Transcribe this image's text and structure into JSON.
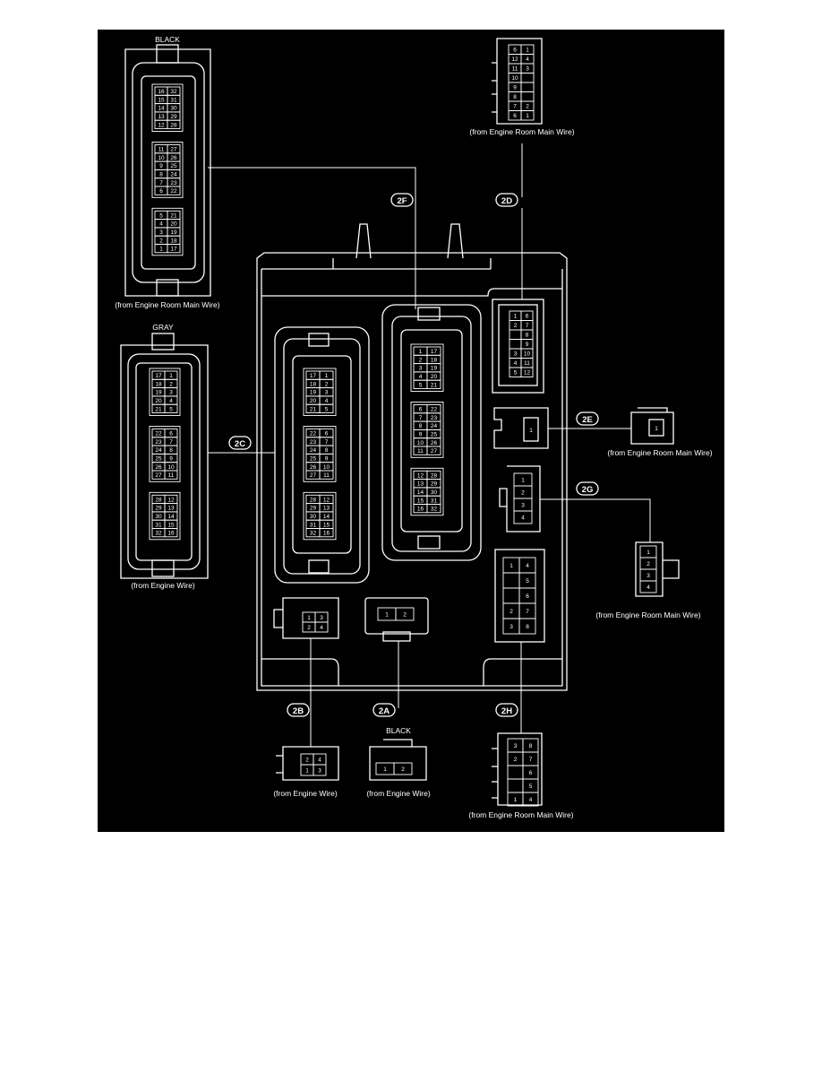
{
  "colors": {
    "background": "#000000",
    "line": "#ffffff",
    "page": "#ffffff"
  },
  "labels": {
    "black_top": "BLACK",
    "gray": "GRAY",
    "black_2a": "BLACK",
    "from_engine_room_main_wire": "(from Engine Room Main Wire)",
    "from_engine_wire": "(from Engine Wire)"
  },
  "callouts": {
    "c2A": "2A",
    "c2B": "2B",
    "c2C": "2C",
    "c2D": "2D",
    "c2E": "2E",
    "c2F": "2F",
    "c2G": "2G",
    "c2H": "2H"
  },
  "connectors": {
    "c2C_grid": [
      [
        [
          "17",
          "1"
        ],
        [
          "18",
          "2"
        ],
        [
          "19",
          "3"
        ],
        [
          "20",
          "4"
        ],
        [
          "21",
          "5"
        ]
      ],
      [
        [
          "22",
          "6"
        ],
        [
          "23",
          "7"
        ],
        [
          "24",
          "8"
        ],
        [
          "25",
          "9"
        ],
        [
          "26",
          "10"
        ],
        [
          "27",
          "11"
        ]
      ],
      [
        [
          "28",
          "12"
        ],
        [
          "29",
          "13"
        ],
        [
          "30",
          "14"
        ],
        [
          "31",
          "15"
        ],
        [
          "32",
          "16"
        ]
      ]
    ],
    "c2F_plug": [
      [
        [
          "16",
          "32"
        ],
        [
          "15",
          "31"
        ],
        [
          "14",
          "30"
        ],
        [
          "13",
          "29"
        ],
        [
          "12",
          "28"
        ]
      ],
      [
        [
          "11",
          "27"
        ],
        [
          "10",
          "26"
        ],
        [
          "9",
          "25"
        ],
        [
          "8",
          "24"
        ],
        [
          "7",
          "23"
        ],
        [
          "6",
          "22"
        ]
      ],
      [
        [
          "5",
          "21"
        ],
        [
          "4",
          "20"
        ],
        [
          "3",
          "19"
        ],
        [
          "2",
          "18"
        ],
        [
          "1",
          "17"
        ]
      ]
    ],
    "c2F_grid": [
      [
        [
          "1",
          "17"
        ],
        [
          "2",
          "18"
        ],
        [
          "3",
          "19"
        ],
        [
          "4",
          "20"
        ],
        [
          "5",
          "21"
        ]
      ],
      [
        [
          "6",
          "22"
        ],
        [
          "7",
          "23"
        ],
        [
          "8",
          "24"
        ],
        [
          "9",
          "25"
        ],
        [
          "10",
          "26"
        ],
        [
          "11",
          "27"
        ]
      ],
      [
        [
          "12",
          "28"
        ],
        [
          "13",
          "29"
        ],
        [
          "14",
          "30"
        ],
        [
          "15",
          "31"
        ],
        [
          "16",
          "32"
        ]
      ]
    ],
    "c2D_box": [
      [
        "1",
        "6"
      ],
      [
        "2",
        "7"
      ],
      [
        "",
        "8"
      ],
      [
        "",
        "9"
      ],
      [
        "3",
        "10"
      ],
      [
        "4",
        "11"
      ],
      [
        "5",
        "12"
      ]
    ],
    "c2D_plug": [
      [
        "6",
        "1"
      ],
      [
        "12",
        "4"
      ],
      [
        "11",
        "3"
      ],
      [
        "10",
        ""
      ],
      [
        "9",
        ""
      ],
      [
        "8",
        ""
      ],
      [
        "7",
        "2"
      ],
      [
        "6",
        "1"
      ]
    ],
    "c2E_box": [
      "1"
    ],
    "c2E_plug": [
      "1"
    ],
    "c2G_box": [
      "1",
      "2",
      "3",
      "4"
    ],
    "c2G_plug": [
      "1",
      "2",
      "3",
      "4"
    ],
    "c2H_box": [
      [
        "1",
        "4"
      ],
      [
        "",
        "5"
      ],
      [
        "",
        "6"
      ],
      [
        "2",
        "7"
      ],
      [
        "3",
        "8"
      ]
    ],
    "c2H_plug": [
      [
        "3",
        "8"
      ],
      [
        "2",
        "7"
      ],
      [
        "",
        "6"
      ],
      [
        "",
        "5"
      ],
      [
        "1",
        "4"
      ]
    ],
    "c2B_box": [
      [
        "1",
        "3"
      ],
      [
        "2",
        "4"
      ]
    ],
    "c2B_plug": [
      [
        "2",
        "4"
      ],
      [
        "1",
        "3"
      ]
    ],
    "c2A_box": [
      "1",
      "2"
    ],
    "c2A_plug": [
      "1",
      "2"
    ]
  }
}
